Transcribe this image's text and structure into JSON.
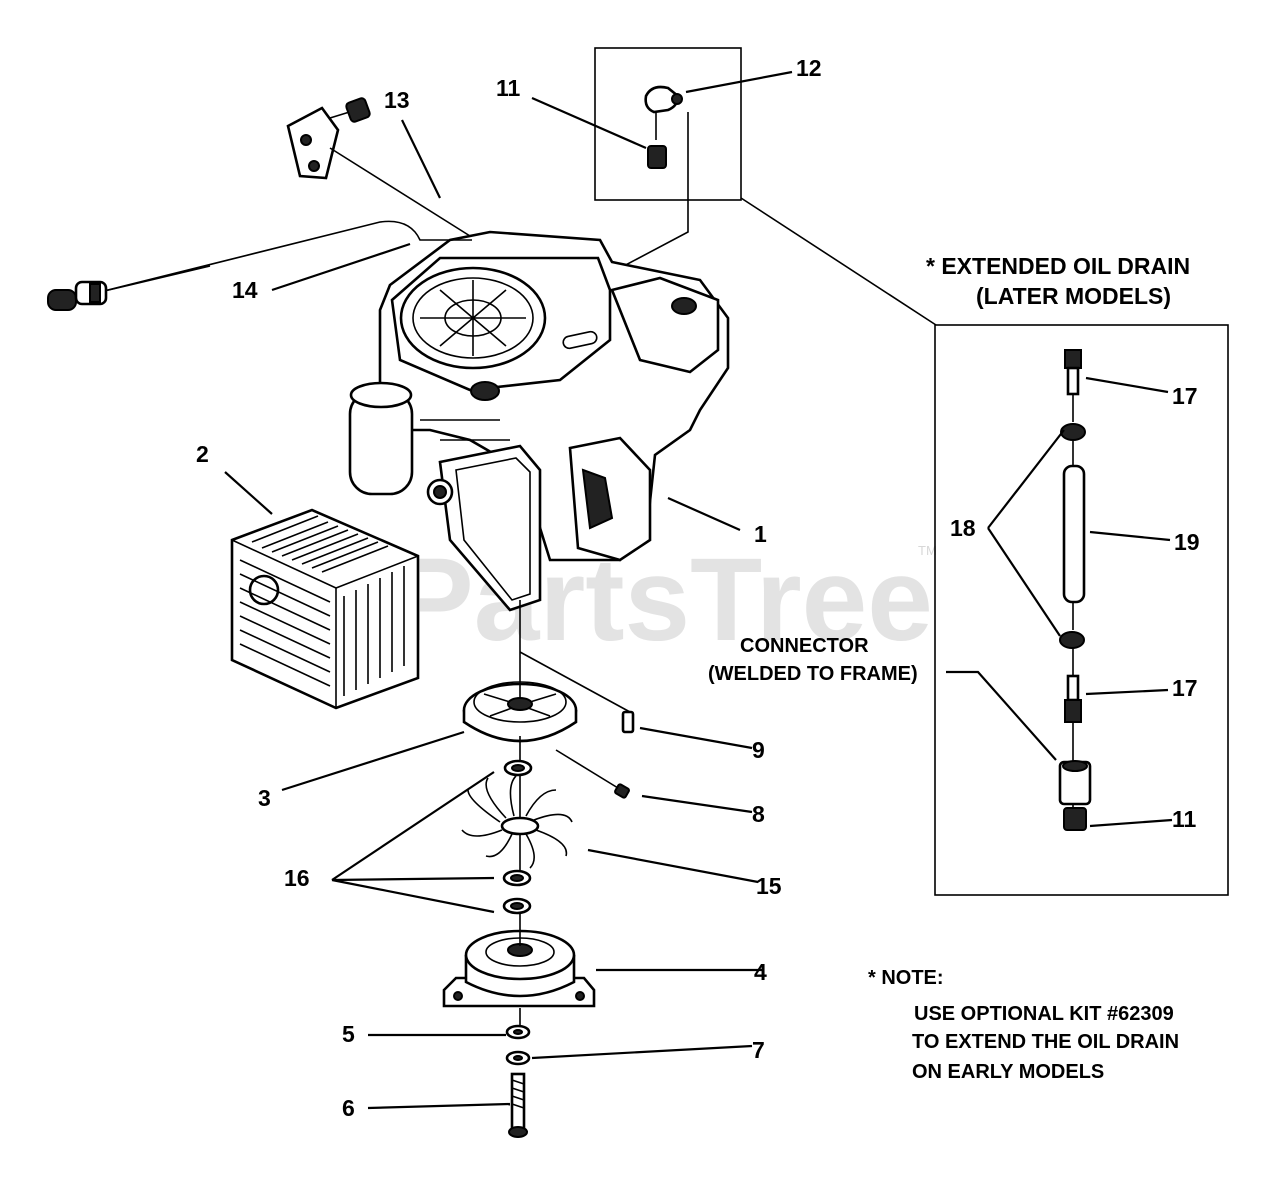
{
  "watermark": "PartsTree",
  "watermark_tm": "TM",
  "callouts": [
    {
      "id": "c1",
      "text": "1"
    },
    {
      "id": "c2",
      "text": "2"
    },
    {
      "id": "c3",
      "text": "3"
    },
    {
      "id": "c4",
      "text": "4"
    },
    {
      "id": "c5",
      "text": "5"
    },
    {
      "id": "c6",
      "text": "6"
    },
    {
      "id": "c7",
      "text": "7"
    },
    {
      "id": "c8",
      "text": "8"
    },
    {
      "id": "c9",
      "text": "9"
    },
    {
      "id": "c11a",
      "text": "11"
    },
    {
      "id": "c11b",
      "text": "11"
    },
    {
      "id": "c12",
      "text": "12"
    },
    {
      "id": "c13",
      "text": "13"
    },
    {
      "id": "c14",
      "text": "14"
    },
    {
      "id": "c15",
      "text": "15"
    },
    {
      "id": "c16",
      "text": "16"
    },
    {
      "id": "c17a",
      "text": "17"
    },
    {
      "id": "c17b",
      "text": "17"
    },
    {
      "id": "c18",
      "text": "18"
    },
    {
      "id": "c19",
      "text": "19"
    }
  ],
  "extended_oil_drain": {
    "title": "* EXTENDED OIL DRAIN",
    "subtitle": "(LATER MODELS)"
  },
  "connector": {
    "line1": "CONNECTOR",
    "line2": "(WELDED TO FRAME)"
  },
  "note": {
    "title": "* NOTE:",
    "line1": "USE OPTIONAL KIT #62309",
    "line2": "TO EXTEND THE OIL DRAIN",
    "line3": "ON EARLY MODELS"
  }
}
